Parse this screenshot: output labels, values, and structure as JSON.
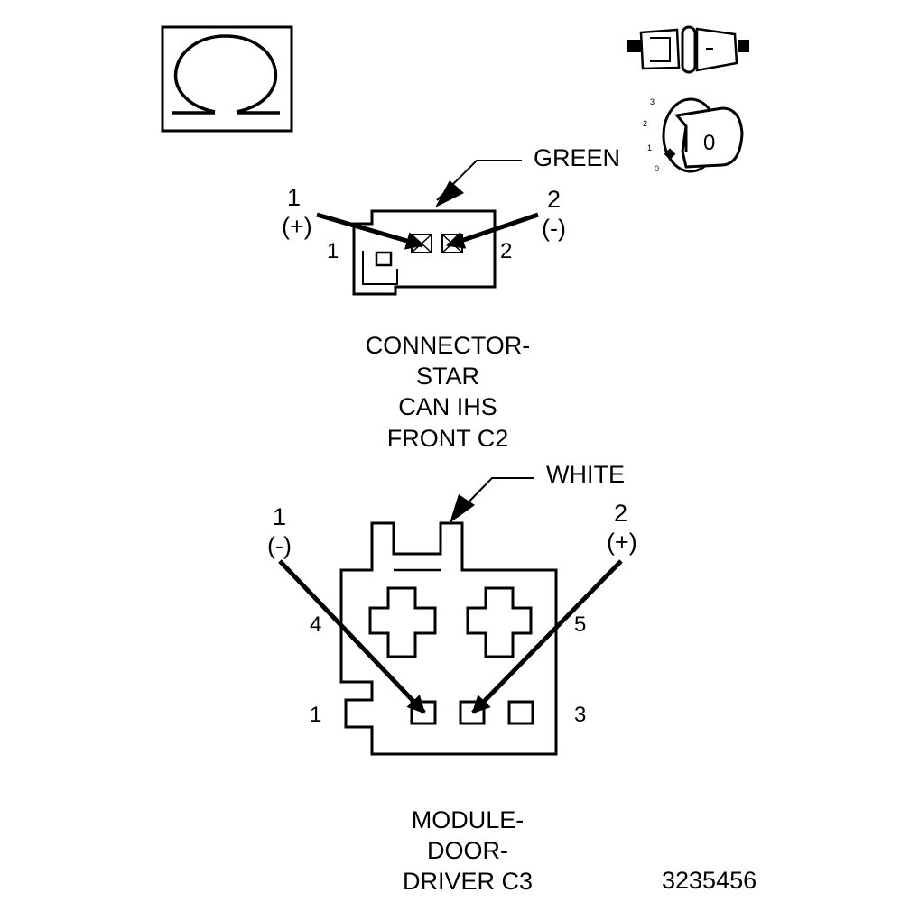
{
  "meter_symbol": "Ω",
  "ignition": {
    "position_labels": [
      "3",
      "2",
      "1",
      "0"
    ],
    "key_label": "0"
  },
  "connector_c2": {
    "color_label": "GREEN",
    "pin1_number": "1",
    "pin1_polarity": "(+)",
    "pin2_number": "2",
    "pin2_polarity": "(-)",
    "cavity_left": "1",
    "cavity_right": "2",
    "title_lines": [
      "CONNECTOR-",
      "STAR",
      "CAN IHS",
      "FRONT C2"
    ]
  },
  "connector_c3": {
    "color_label": "WHITE",
    "pin1_number": "1",
    "pin1_polarity": "(-)",
    "pin2_number": "2",
    "pin2_polarity": "(+)",
    "cavity_4": "4",
    "cavity_5": "5",
    "cavity_1": "1",
    "cavity_3": "3",
    "title_lines": [
      "MODULE-",
      "DOOR-",
      "DRIVER C3"
    ]
  },
  "figure_number": "3235456"
}
